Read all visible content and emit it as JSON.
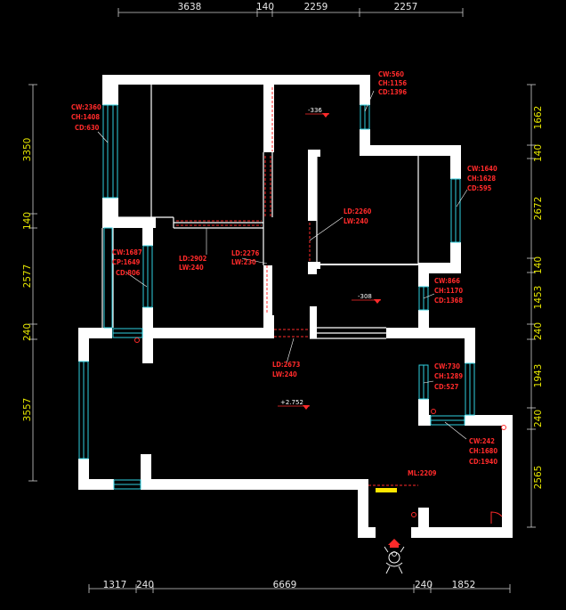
{
  "top_dims": [
    "3638",
    "140",
    "2259",
    "2257"
  ],
  "bottom_dims": [
    "1317",
    "240",
    "6669",
    "240",
    "1852"
  ],
  "left_dims": [
    "3350",
    "140",
    "2577",
    "240",
    "3557"
  ],
  "right_dims": [
    "1662",
    "140",
    "2672",
    "140",
    "1453",
    "240",
    "1943",
    "240",
    "2565"
  ],
  "elevations": [
    "-336",
    "-308",
    "+2.752"
  ],
  "win_tl": [
    "CW:2360",
    "CH:1408",
    "CD:630"
  ],
  "win_tr": [
    "CW:560",
    "CH:1156",
    "CD:1396"
  ],
  "win_r1": [
    "CW:1640",
    "CH:1628",
    "CD:595"
  ],
  "win_l2": [
    "CW:1687",
    "CP:1649",
    "CD:806"
  ],
  "win_r2": [
    "CW:866",
    "CH:1170",
    "CD:1368"
  ],
  "win_r3": [
    "CW:730",
    "CH:1289",
    "CD:527"
  ],
  "win_br": [
    "CW:242",
    "CH:1680",
    "CD:1940"
  ],
  "door_a": [
    "LD:2902",
    "LW:240"
  ],
  "door_b": [
    "LD:2276",
    "LW:230"
  ],
  "door_c": [
    "LD:2260",
    "LW:240"
  ],
  "door_main": [
    "LD:2673",
    "LW:240"
  ],
  "door_entry": [
    "ML:2209"
  ]
}
